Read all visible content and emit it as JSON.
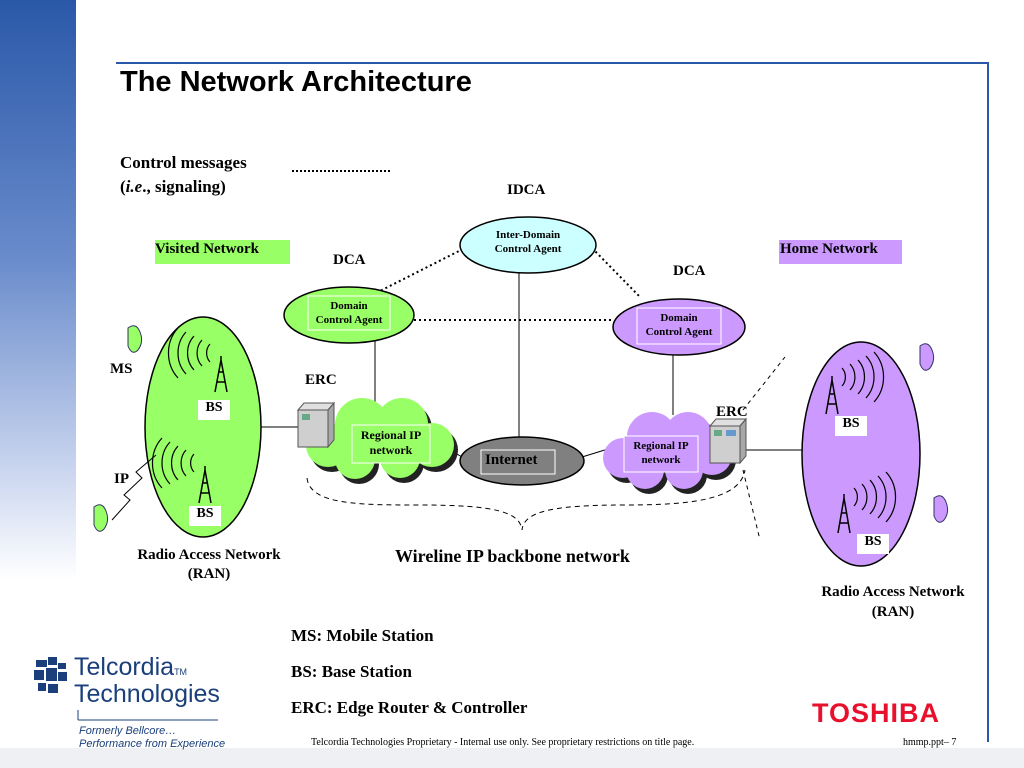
{
  "title": "The Network Architecture",
  "control_msg": {
    "line1": "Control messages",
    "line2_italic": "i.e",
    "line2_rest": "., signaling)",
    "line2_open": "("
  },
  "idca_label": "IDCA",
  "idca_node": {
    "line1": "Inter-Domain",
    "line2": "Control Agent"
  },
  "visited_network": "Visited Network",
  "home_network": "Home Network",
  "dca_left_label": "DCA",
  "dca_right_label": "DCA",
  "dca_left_node": {
    "line1": "Domain",
    "line2": "Control Agent"
  },
  "dca_right_node": {
    "line1": "Domain",
    "line2": "Control Agent"
  },
  "ms_label": "MS",
  "ip_label": "IP",
  "erc_left": "ERC",
  "erc_right": "ERC",
  "bs_labels": [
    "BS",
    "BS",
    "BS",
    "BS"
  ],
  "regional_left": {
    "line1": "Regional IP",
    "line2": "network"
  },
  "regional_right": {
    "line1": "Regional IP",
    "line2": "network"
  },
  "internet": "Internet",
  "ran_left": {
    "line1": "Radio Access Network",
    "line2": "(RAN)"
  },
  "ran_right": {
    "line1": "Radio Access Network",
    "line2": "(RAN)"
  },
  "backbone": "Wireline IP backbone network",
  "legend": [
    "MS: Mobile Station",
    "BS: Base Station",
    "ERC: Edge Router & Controller"
  ],
  "footer": {
    "center": "Telcordia Technologies Proprietary - Internal use only.  See proprietary restrictions on title page.",
    "right": "hmmp.ppt– 7"
  },
  "logo": {
    "line1": "Telcordia",
    "tm": "TM",
    "line2": "Technologies",
    "sub1": "Formerly Bellcore…",
    "sub2": "Performance from Experience"
  },
  "toshiba": "TOSHIBA",
  "colors": {
    "visited_green": "#99ff66",
    "home_purple": "#cc99ff",
    "idca_cyan": "#ccffff",
    "internet_gray": "#808080",
    "brand_blue": "#2a58a8",
    "toshiba_red": "#e8112d"
  }
}
